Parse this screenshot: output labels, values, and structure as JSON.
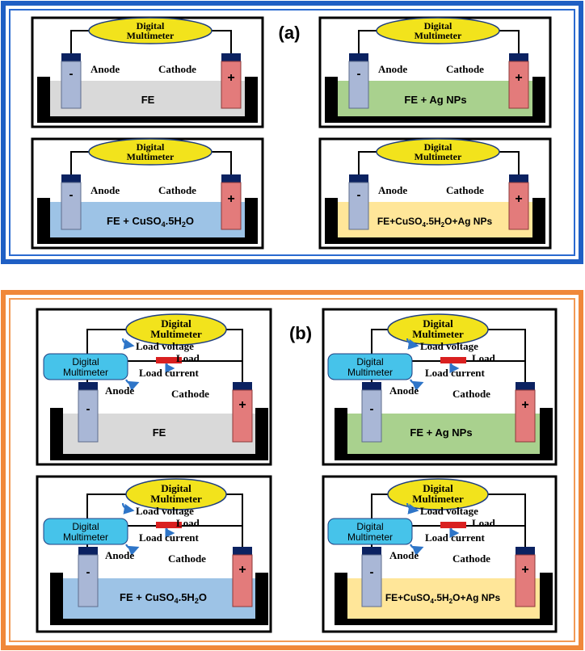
{
  "colors": {
    "panel_a_border": "#1F5FC4",
    "panel_b_border": "#F0883A",
    "meter_yellow": "#F2E31C",
    "meter_cyan": "#46C3EA",
    "anode": "#A9B7D6",
    "cathode": "#E37B7B",
    "cap": "#0B2261",
    "electrolyte_fe": "#D9D9D9",
    "electrolyte_ag": "#A9D18E",
    "electrolyte_cuso4": "#9DC3E6",
    "electrolyte_mix": "#FFE699",
    "load": "#D92020",
    "arrow": "#2E75C8"
  },
  "panel_a": {
    "label": "(a)",
    "cells": [
      {
        "meter": [
          "Digital",
          "Multimeter"
        ],
        "anode": "Anode",
        "cathode": "Cathode",
        "minus": "-",
        "plus": "+",
        "electrolyte": {
          "main": "FE",
          "sub4": "",
          "mid": "",
          "sub2": "",
          "tail": ""
        }
      },
      {
        "meter": [
          "Digital",
          "Multimeter"
        ],
        "anode": "Anode",
        "cathode": "Cathode",
        "minus": "-",
        "plus": "+",
        "electrolyte": {
          "main": "FE + Ag NPs",
          "sub4": "",
          "mid": "",
          "sub2": "",
          "tail": ""
        }
      },
      {
        "meter": [
          "Digital",
          "Multimeter"
        ],
        "anode": "Anode",
        "cathode": "Cathode",
        "minus": "-",
        "plus": "+",
        "electrolyte": {
          "main": "FE + CuSO",
          "sub4": "4",
          "mid": ".5H",
          "sub2": "2",
          "tail": "O"
        }
      },
      {
        "meter": [
          "Digital",
          "Multimeter"
        ],
        "anode": "Anode",
        "cathode": "Cathode",
        "minus": "-",
        "plus": "+",
        "electrolyte": {
          "main": "FE+CuSO",
          "sub4": "4",
          "mid": ".5H",
          "sub2": "2",
          "tail": "O+Ag NPs"
        }
      }
    ]
  },
  "panel_b": {
    "label": "(b)",
    "cells": [
      {
        "meter": [
          "Digital",
          "Multimeter"
        ],
        "meter2": [
          "Digital",
          "Multimeter"
        ],
        "load_voltage": "Load voltage",
        "load": "Load",
        "load_current": "Load current",
        "anode": "Anode",
        "cathode": "Cathode",
        "minus": "-",
        "plus": "+",
        "electrolyte": {
          "main": "FE",
          "sub4": "",
          "mid": "",
          "sub2": "",
          "tail": ""
        }
      },
      {
        "meter": [
          "Digital",
          "Multimeter"
        ],
        "meter2": [
          "Digital",
          "Multimeter"
        ],
        "load_voltage": "Load voltage",
        "load": "Load",
        "load_current": "Load current",
        "anode": "Anode",
        "cathode": "Cathode",
        "minus": "-",
        "plus": "+",
        "electrolyte": {
          "main": "FE + Ag NPs",
          "sub4": "",
          "mid": "",
          "sub2": "",
          "tail": ""
        }
      },
      {
        "meter": [
          "Digital",
          "Multimeter"
        ],
        "meter2": [
          "Digital",
          "Multimeter"
        ],
        "load_voltage": "Load voltage",
        "load": "Load",
        "load_current": "Load current",
        "anode": "Anode",
        "cathode": "Cathode",
        "minus": "-",
        "plus": "+",
        "electrolyte": {
          "main": "FE + CuSO",
          "sub4": "4",
          "mid": ".5H",
          "sub2": "2",
          "tail": "O"
        }
      },
      {
        "meter": [
          "Digital",
          "Multimeter"
        ],
        "meter2": [
          "Digital",
          "Multimeter"
        ],
        "load_voltage": "Load voltage",
        "load": "Load",
        "load_current": "Load current",
        "anode": "Anode",
        "cathode": "Cathode",
        "minus": "-",
        "plus": "+",
        "electrolyte": {
          "main": "FE+CuSO",
          "sub4": "4",
          "mid": ".5H",
          "sub2": "2",
          "tail": "O+Ag NPs"
        }
      }
    ]
  }
}
